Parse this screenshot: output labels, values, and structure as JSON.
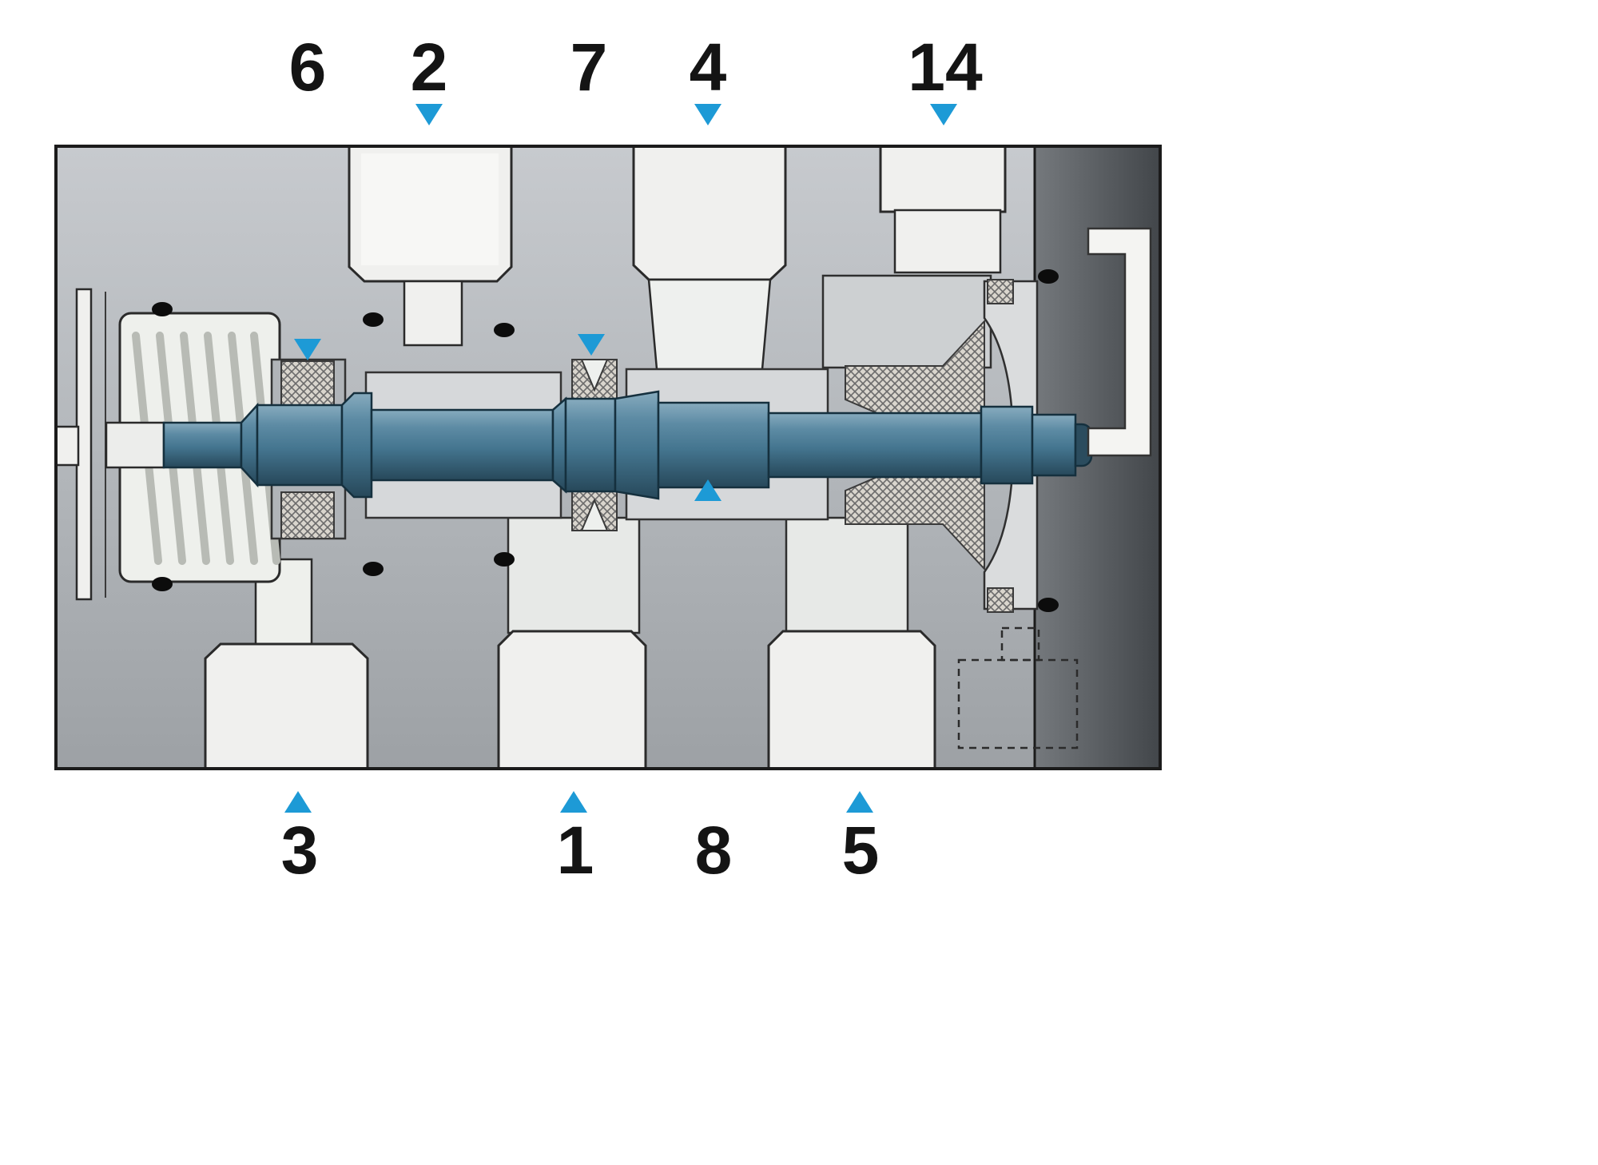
{
  "diagram": {
    "type": "valve_cross_section",
    "description": "Sectional drawing of a pneumatic spool valve with numbered port and seal callouts",
    "colors": {
      "marker_blue": "#1d9ad6",
      "spool_blue": "#4a7c97",
      "body_gray": "#b5b9bd",
      "body_dark_gray": "#54585c",
      "port_white": "#f0f0ee",
      "chamber_gray": "#d6d8da",
      "seal_hatch": "#d9d5cd",
      "outline_black": "#1b1b1b",
      "background": "#ffffff"
    },
    "labels": {
      "top": [
        {
          "text": "6",
          "target": "seal-6"
        },
        {
          "text": "2",
          "target": "port-2"
        },
        {
          "text": "7",
          "target": "seal-7"
        },
        {
          "text": "4",
          "target": "port-4"
        },
        {
          "text": "14",
          "target": "port-14"
        }
      ],
      "bottom": [
        {
          "text": "3",
          "target": "port-3"
        },
        {
          "text": "1",
          "target": "port-1"
        },
        {
          "text": "8",
          "target": "spool-8"
        },
        {
          "text": "5",
          "target": "port-5"
        }
      ]
    },
    "markers": [
      {
        "target": "port-2",
        "direction": "down"
      },
      {
        "target": "port-4",
        "direction": "down"
      },
      {
        "target": "port-14",
        "direction": "down"
      },
      {
        "target": "seal-6",
        "direction": "down"
      },
      {
        "target": "seal-7",
        "direction": "down"
      },
      {
        "target": "spool-8",
        "direction": "up"
      },
      {
        "target": "port-3",
        "direction": "up"
      },
      {
        "target": "port-1",
        "direction": "up"
      },
      {
        "target": "port-5",
        "direction": "up"
      }
    ]
  }
}
